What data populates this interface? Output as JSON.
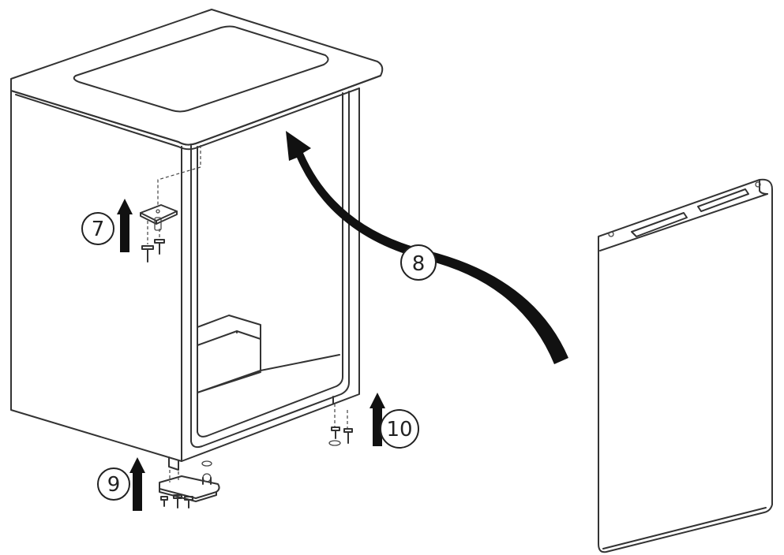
{
  "diagram": {
    "steps": [
      {
        "id": "7",
        "label": "7"
      },
      {
        "id": "8",
        "label": "8"
      },
      {
        "id": "9",
        "label": "9"
      },
      {
        "id": "10",
        "label": "10"
      }
    ],
    "colors": {
      "ink": "#333333",
      "arrow": "#111111",
      "fill": "#ffffff"
    }
  }
}
